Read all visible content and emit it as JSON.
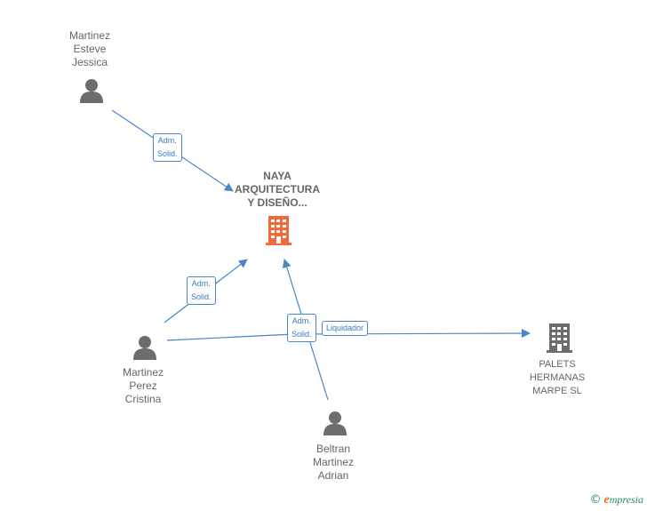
{
  "nodes": {
    "naya": {
      "lines": [
        "NAYA",
        "ARQUITECTURA",
        "Y DISEÑO..."
      ],
      "color": "#f06a3c"
    },
    "martinez_esteve": {
      "lines": [
        "Martinez",
        "Esteve",
        "Jessica"
      ]
    },
    "martinez_perez": {
      "lines": [
        "Martinez",
        "Perez",
        "Cristina"
      ]
    },
    "beltran": {
      "lines": [
        "Beltran",
        "Martinez",
        "Adrian"
      ]
    },
    "palets": {
      "lines": [
        "PALETS",
        "HERMANAS",
        "MARPE SL"
      ],
      "color": "#666666"
    }
  },
  "edges": {
    "e1": [
      "Adm.",
      "Solid."
    ],
    "e2": [
      "Adm.",
      "Solid."
    ],
    "e3": [
      "Adm.",
      "Solid."
    ],
    "e4": [
      "Liquidador"
    ]
  },
  "colors": {
    "edge": "#4a86c8",
    "person": "#6d6d6d"
  },
  "footer": {
    "copyright": "©",
    "brand_initial": "e",
    "brand_rest": "mpresia"
  }
}
